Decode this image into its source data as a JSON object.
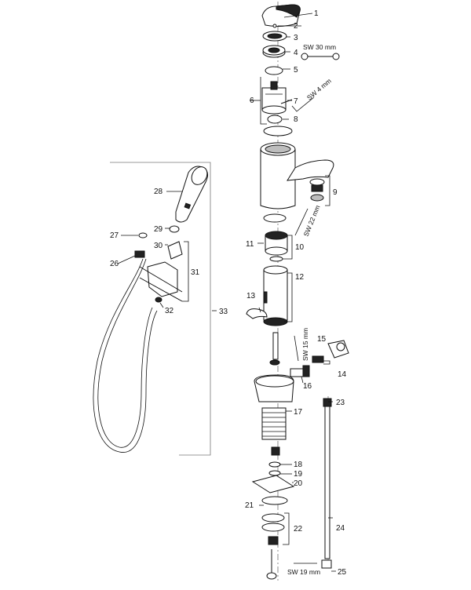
{
  "labels": {
    "p1": "1",
    "p2": "2",
    "p3": "3",
    "p4": "4",
    "p5": "5",
    "p6": "6",
    "p7": "7",
    "p8": "8",
    "p9": "9",
    "p10": "10",
    "p11": "11",
    "p12": "12",
    "p13": "13",
    "p14": "14",
    "p15": "15",
    "p16": "16",
    "p17": "17",
    "p18": "18",
    "p19": "19",
    "p20": "20",
    "p21": "21",
    "p22": "22",
    "p23": "23",
    "p24": "24",
    "p25": "25",
    "p26": "26",
    "p27": "27",
    "p28": "28",
    "p29": "29",
    "p30": "30",
    "p31": "31",
    "p32": "32",
    "p33": "33"
  },
  "tools": {
    "sw30": "SW 30 mm",
    "sw4": "SW 4 mm",
    "sw22": "SW 22 mm",
    "sw15": "SW 15 mm",
    "sw19": "SW 19 mm"
  }
}
